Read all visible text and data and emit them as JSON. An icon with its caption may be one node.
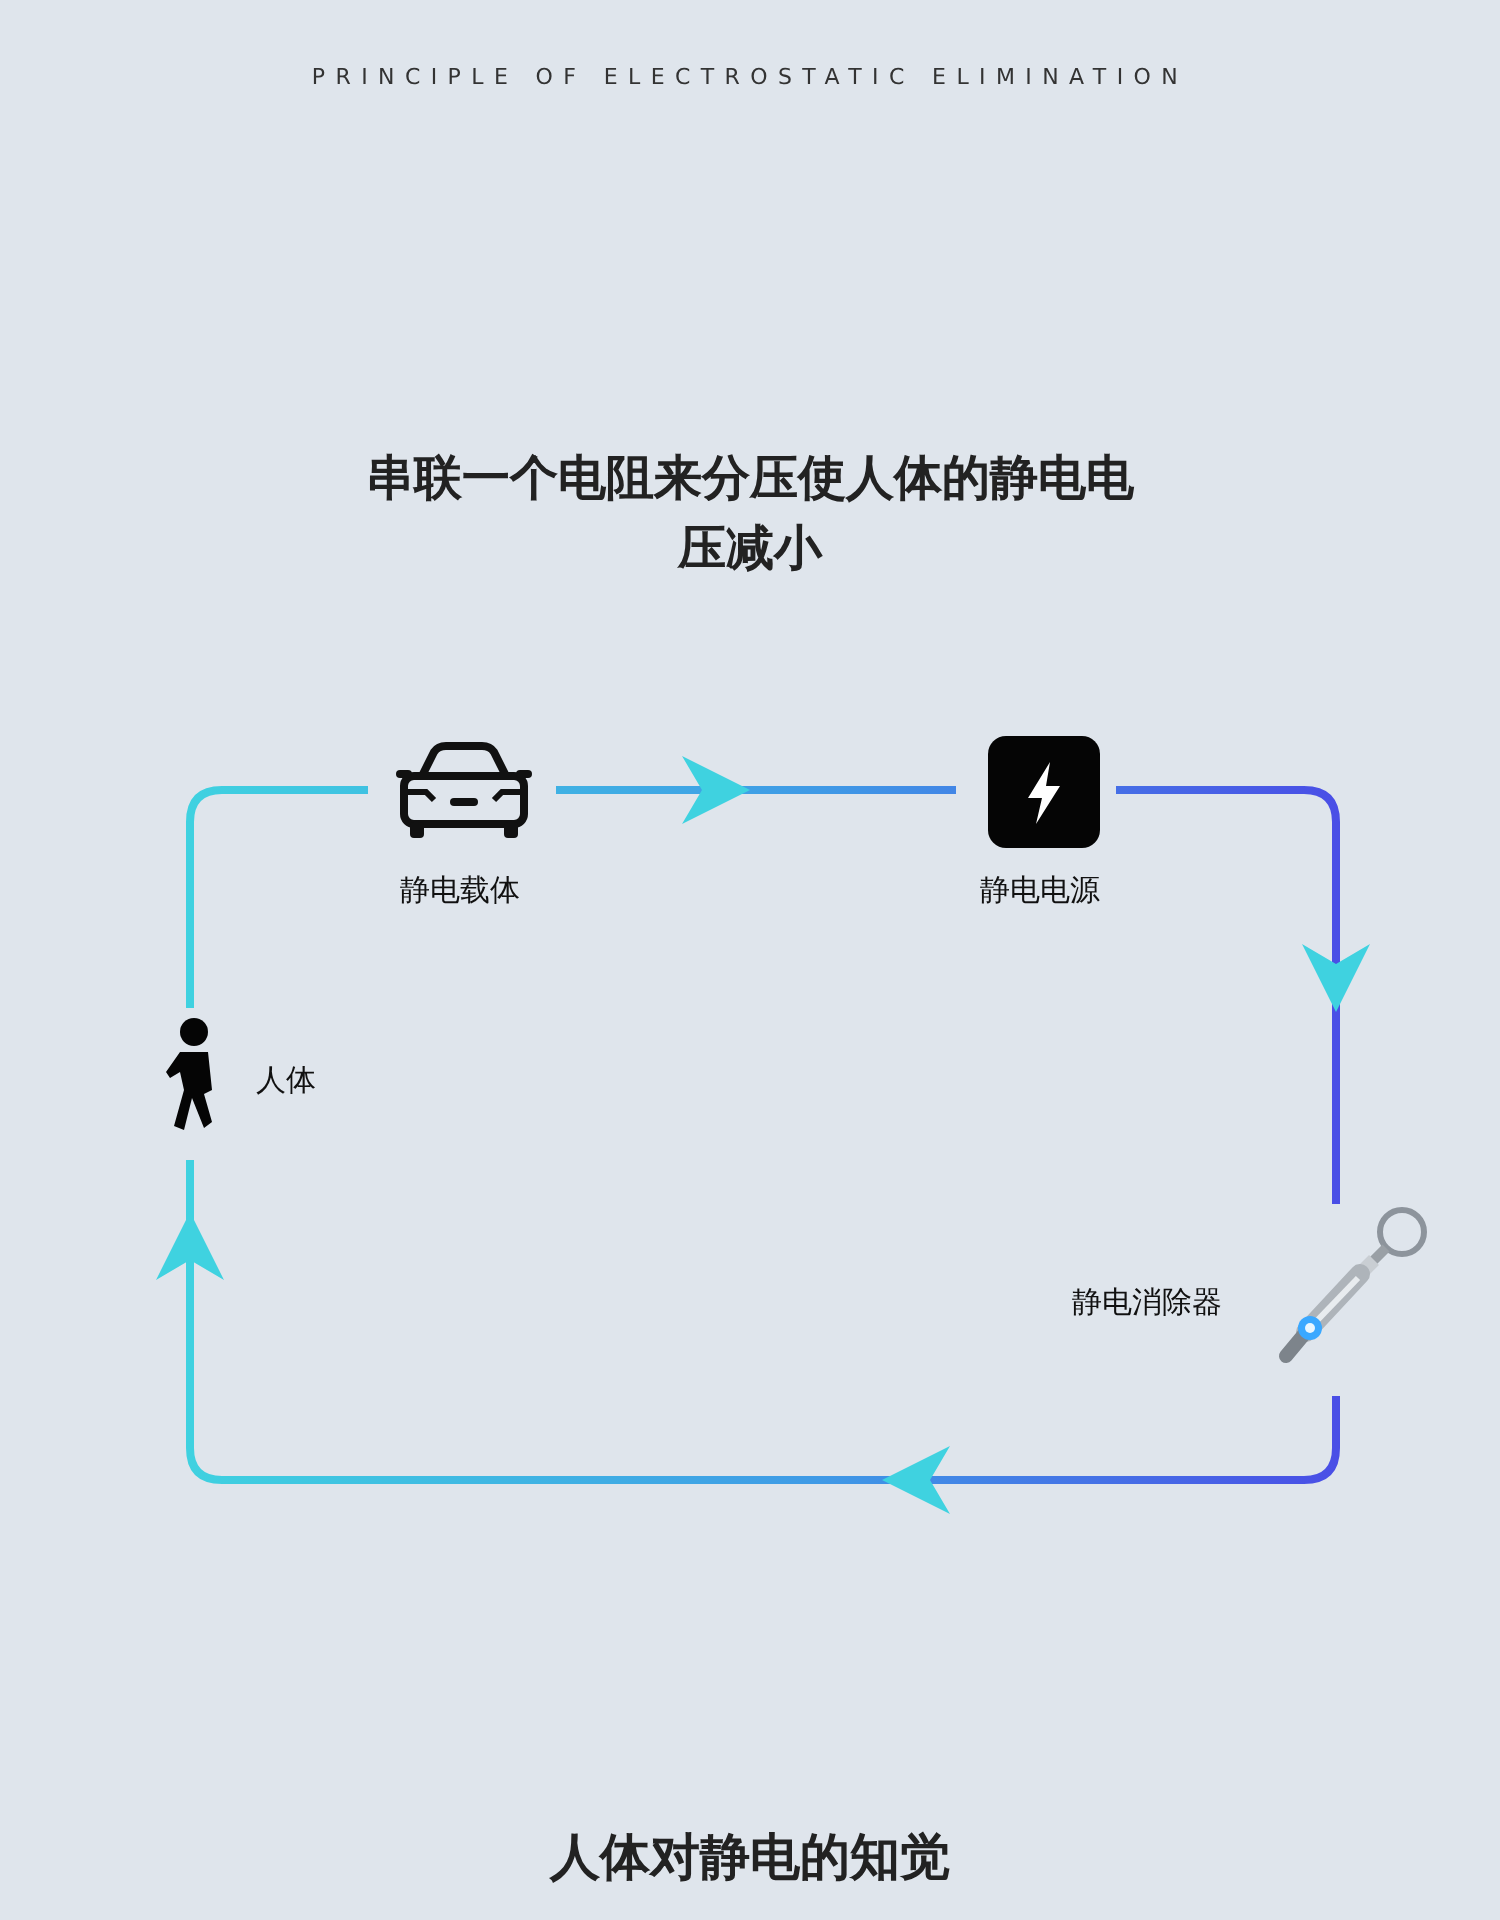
{
  "diagram": {
    "title": "PRINCIPLE OF ELECTROSTATIC ELIMINATION",
    "nodes": [
      {
        "text": [
          "静电载体"
        ]
      },
      {
        "text": [
          "静电电源"
        ]
      },
      {
        "text": [
          "静电消除器"
        ]
      },
      {
        "text": [
          "人体"
        ]
      }
    ],
    "edges": [
      {
        "from": 0,
        "to": 1,
        "arrow": "to"
      },
      {
        "from": 1,
        "to": 2,
        "arrow": "to"
      },
      {
        "from": 2,
        "to": 3,
        "arrow": "to"
      },
      {
        "from": 3,
        "to": 0,
        "arrow": "none"
      }
    ],
    "labels": [
      "串联一个电阻来分压使人体的静电电压减小",
      "人体对静电的知觉"
    ]
  }
}
